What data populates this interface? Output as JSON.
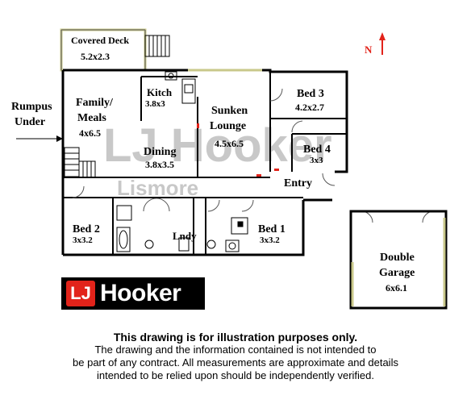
{
  "rooms": {
    "covered_deck": {
      "name": "Covered Deck",
      "size": "5.2x2.3"
    },
    "family": {
      "name_line1": "Family/",
      "name_line2": "Meals",
      "size": "4x6.5"
    },
    "kitchen": {
      "name": "Kitch",
      "size": "3.8x3"
    },
    "dining": {
      "name": "Dining",
      "size": "3.8x3.5"
    },
    "lounge": {
      "name_line1": "Sunken",
      "name_line2": "Lounge",
      "size": "4.5x6.5"
    },
    "bed3": {
      "name": "Bed 3",
      "size": "4.2x2.7"
    },
    "bed4": {
      "name": "Bed 4",
      "size": "3x3"
    },
    "entry": {
      "name": "Entry"
    },
    "bed2": {
      "name": "Bed 2",
      "size": "3x3.2"
    },
    "laundry": {
      "name": "Lndy"
    },
    "bed1": {
      "name": "Bed 1",
      "size": "3x3.2"
    },
    "garage": {
      "name_line1": "Double",
      "name_line2": "Garage",
      "size": "6x6.1"
    }
  },
  "rumpus": {
    "line1": "Rumpus",
    "line2": "Under"
  },
  "compass": {
    "label": "N"
  },
  "watermark": {
    "brand": "LJ Hooker",
    "office": "Lismore"
  },
  "logo": {
    "mark": "LJ",
    "text": "Hooker",
    "colors": {
      "red": "#e2231a",
      "black": "#000000"
    }
  },
  "disclaimer": {
    "heading": "This drawing is for illustration purposes only.",
    "line1": "The drawing and the information contained is not intended to",
    "line2": "be part of any contract.  All measurements are approximate and details",
    "line3": "intended to be relied upon should be independently verified."
  }
}
